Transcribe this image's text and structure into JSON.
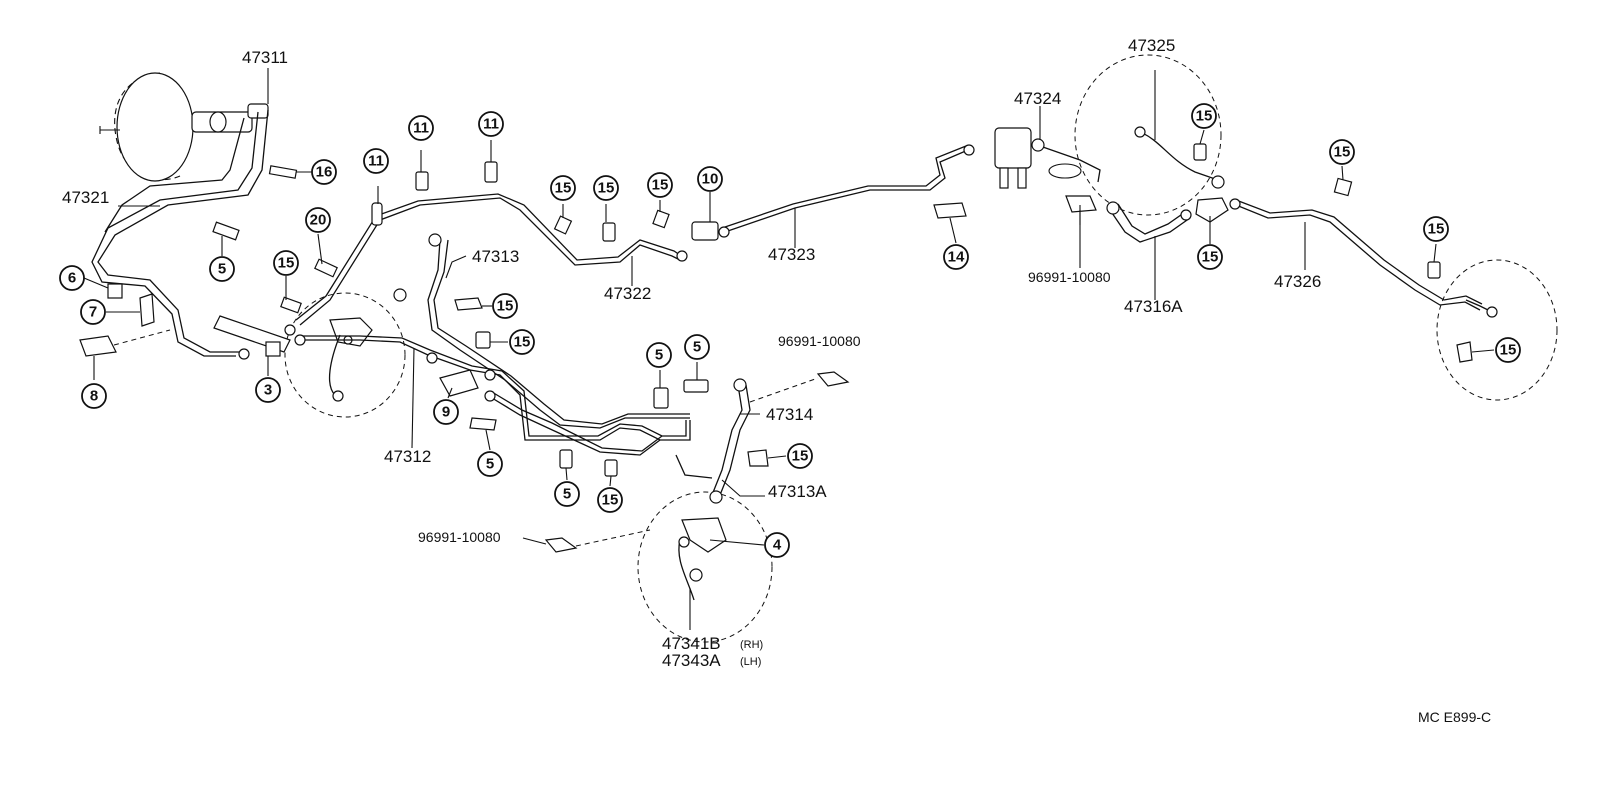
{
  "part_numbers": {
    "p47311": "47311",
    "p47321": "47321",
    "p47313": "47313",
    "p47322": "47322",
    "p47323": "47323",
    "p47312": "47312",
    "p47314": "47314",
    "p47313A": "47313A",
    "p47324": "47324",
    "p47325": "47325",
    "p47316A": "47316A",
    "p47326": "47326",
    "clip_a": "96991-10080",
    "clip_b": "96991-10080",
    "clip_c": "96991-10080",
    "p47341B": "47341B",
    "p47341B_side": "(RH)",
    "p47343A": "47343A",
    "p47343A_side": "(LH)"
  },
  "callouts": [
    {
      "id": "c16",
      "n": "16"
    },
    {
      "id": "c11a",
      "n": "11"
    },
    {
      "id": "c11b",
      "n": "11"
    },
    {
      "id": "c11c",
      "n": "11"
    },
    {
      "id": "c15a",
      "n": "15"
    },
    {
      "id": "c15b",
      "n": "15"
    },
    {
      "id": "c15c",
      "n": "15"
    },
    {
      "id": "c10",
      "n": "10"
    },
    {
      "id": "c20",
      "n": "20"
    },
    {
      "id": "c5a",
      "n": "5"
    },
    {
      "id": "c15d",
      "n": "15"
    },
    {
      "id": "c6",
      "n": "6"
    },
    {
      "id": "c7",
      "n": "7"
    },
    {
      "id": "c8",
      "n": "8"
    },
    {
      "id": "c3",
      "n": "3"
    },
    {
      "id": "c15e",
      "n": "15"
    },
    {
      "id": "c15f",
      "n": "15"
    },
    {
      "id": "c5b",
      "n": "5"
    },
    {
      "id": "c5c",
      "n": "5"
    },
    {
      "id": "c9",
      "n": "9"
    },
    {
      "id": "c5d",
      "n": "5"
    },
    {
      "id": "c5e",
      "n": "5"
    },
    {
      "id": "c15g",
      "n": "15"
    },
    {
      "id": "c15h",
      "n": "15"
    },
    {
      "id": "c4",
      "n": "4"
    },
    {
      "id": "c14",
      "n": "14"
    },
    {
      "id": "c15i",
      "n": "15"
    },
    {
      "id": "c15j",
      "n": "15"
    },
    {
      "id": "c15k",
      "n": "15"
    },
    {
      "id": "c15l",
      "n": "15"
    },
    {
      "id": "c15m",
      "n": "15"
    }
  ],
  "diagram_code": "MC  E899-C"
}
